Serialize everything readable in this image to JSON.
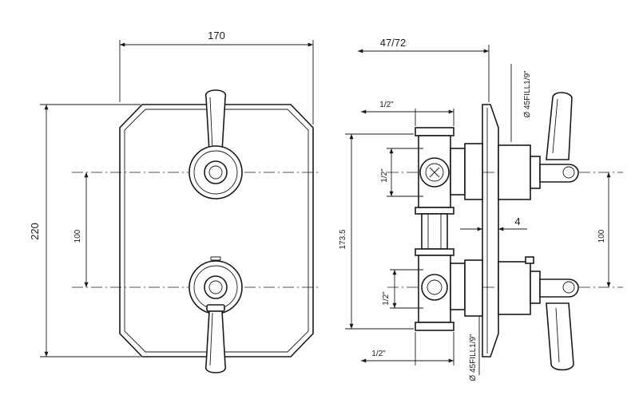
{
  "dimensions": {
    "width_front": "170",
    "height_front": "220",
    "spacing_front": "100",
    "depth": "47/72",
    "height_side": "173.5",
    "spacing_side": "100",
    "gap": "4",
    "thread_top": "1/2\"",
    "thread_left_upper": "1/2\"",
    "thread_left_lower": "1/2\"",
    "thread_bottom": "1/2\"",
    "nut_top": "Ø 45FILL1/9\"",
    "nut_bottom": "Ø 45FILL1/9\""
  }
}
